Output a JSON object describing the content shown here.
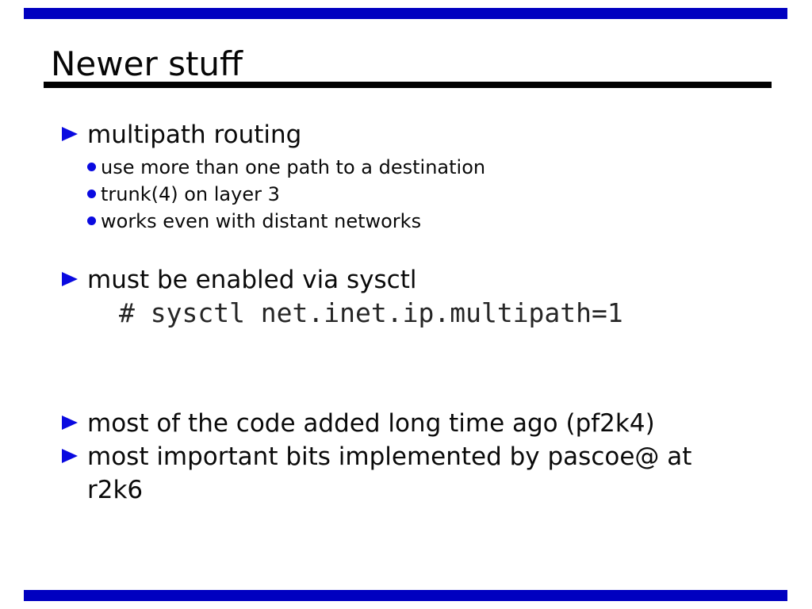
{
  "slide": {
    "title": "Newer stuff",
    "colors": {
      "background": "#ffffff",
      "bar_blue": "#0000c0",
      "bullet_blue": "#0a0ae0",
      "text": "#0a0a0a",
      "title_rule": "#000000"
    },
    "bullets": [
      {
        "label": "multipath routing",
        "sub": [
          "use more than one path to a destination",
          "trunk(4) on layer 3",
          "works even with distant networks"
        ]
      },
      {
        "label": "must be enabled via sysctl",
        "code": "# sysctl net.inet.ip.multipath=1"
      },
      {
        "label": "most of the code added long time ago (pf2k4)"
      },
      {
        "label": "most important bits implemented by pascoe@ at",
        "continuation": "r2k6"
      }
    ]
  }
}
